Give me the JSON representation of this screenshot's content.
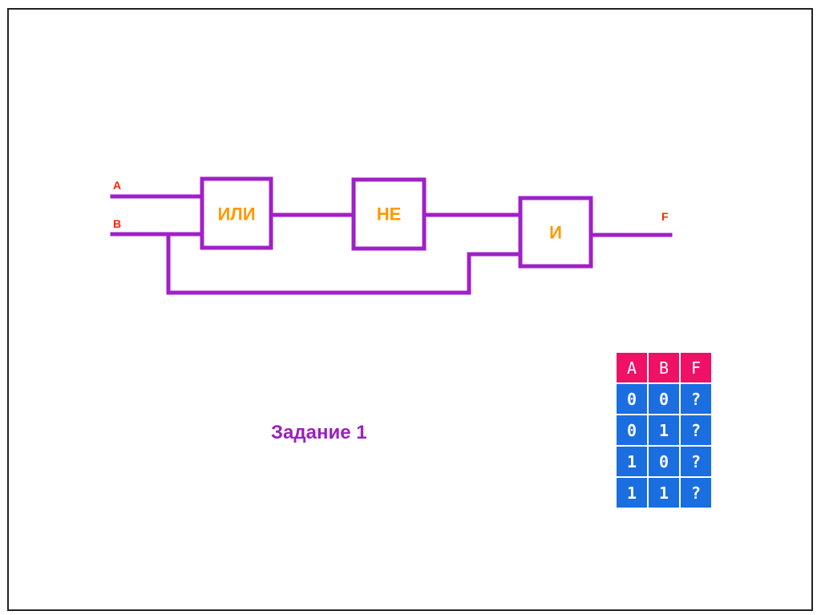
{
  "inputs": {
    "a": "A",
    "b": "B"
  },
  "output": "F",
  "gates": {
    "or": "ИЛИ",
    "not": "НЕ",
    "and": "И"
  },
  "task_title": "Задание 1",
  "truth_table": {
    "headers": [
      "A",
      "B",
      "F"
    ],
    "rows": [
      [
        "0",
        "0",
        "?"
      ],
      [
        "0",
        "1",
        "?"
      ],
      [
        "1",
        "0",
        "?"
      ],
      [
        "1",
        "1",
        "?"
      ]
    ]
  },
  "colors": {
    "wire": "#a020c8",
    "gate_label": "#ff9900",
    "io_label": "#ff2200",
    "title": "#9922bb",
    "table_header": "#ee1166",
    "table_cell": "#1a6ee0"
  }
}
